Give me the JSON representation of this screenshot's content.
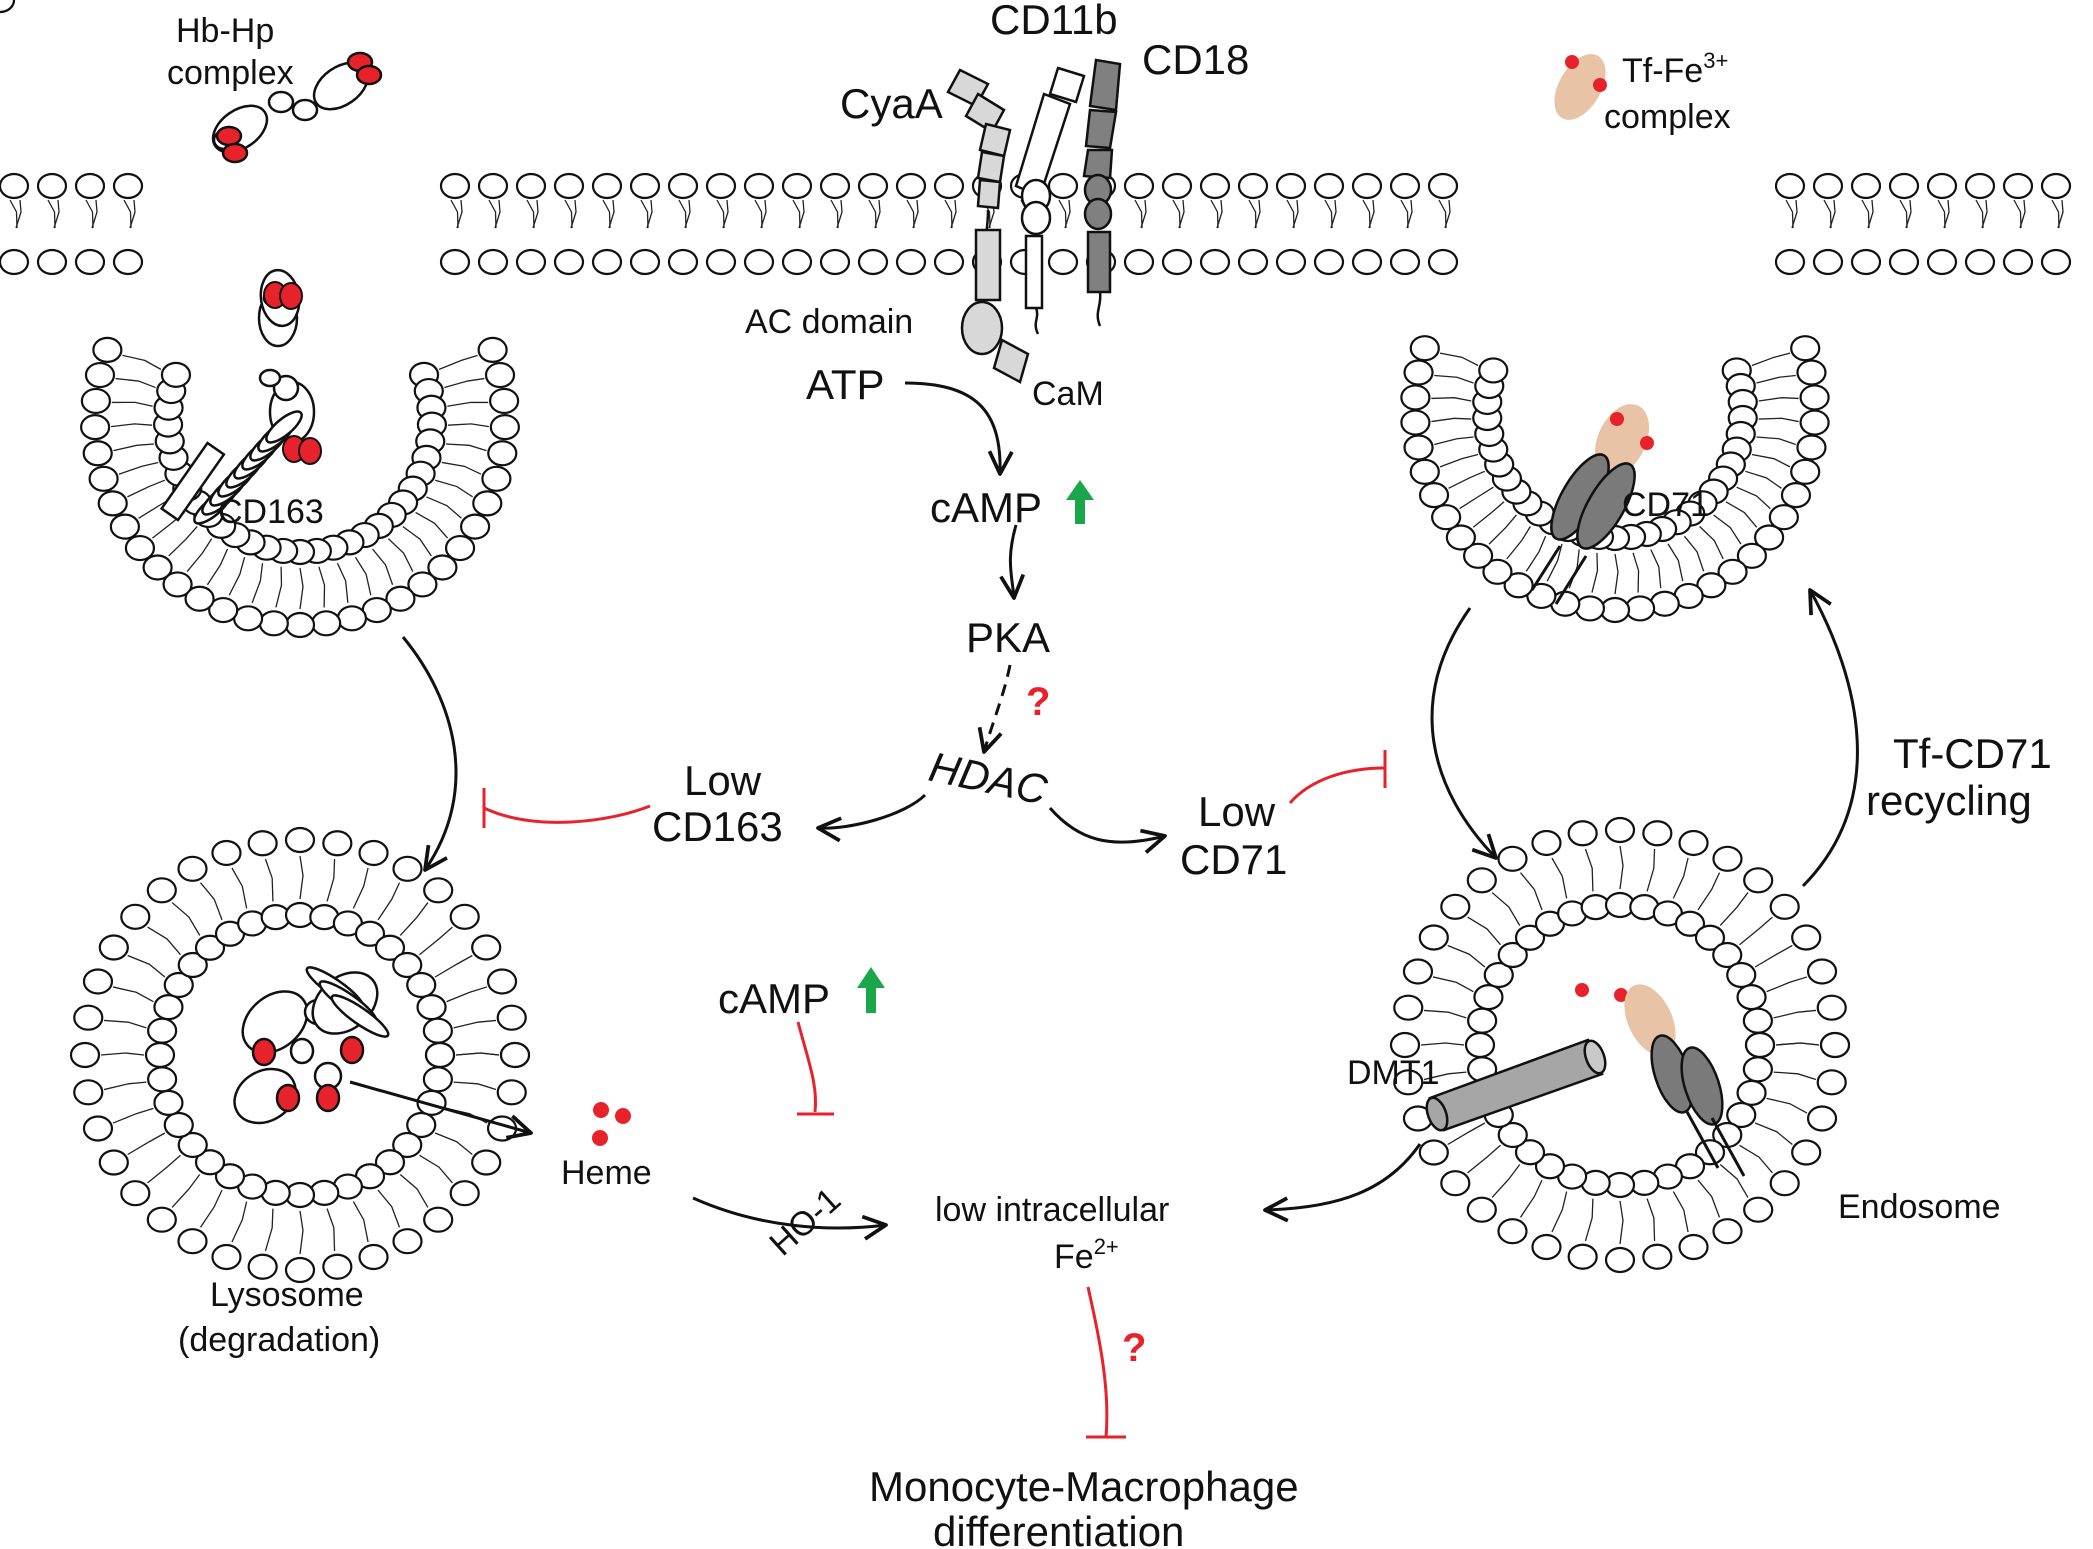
{
  "labels": {
    "hb_hp_line1": "Hb-Hp",
    "hb_hp_line2": "complex",
    "cd11b": "CD11b",
    "cd18": "CD18",
    "cyaa": "CyaA",
    "tf_fe_base": "Tf-Fe",
    "tf_fe_sup": "3+",
    "tf_fe_line2": "complex",
    "ac_domain": "AC domain",
    "atp": "ATP",
    "cam": "CaM",
    "camp_top": "cAMP",
    "pka": "PKA",
    "question": "?",
    "hdac": "HDAC",
    "cd163": "CD163",
    "cd71": "CD71",
    "low_cd163_line1": "Low",
    "low_cd163_line2": "CD163",
    "low_cd71_line1": "Low",
    "low_cd71_line2": "CD71",
    "tf_cd71_line1": "Tf-CD71",
    "tf_cd71_line2": "recycling",
    "camp_mid": "cAMP",
    "heme": "Heme",
    "ho1": "HO-1",
    "low_fe_line1": "low intracellular",
    "fe_base": "Fe",
    "fe_sup": "2+",
    "dmt1": "DMT1",
    "endosome": "Endosome",
    "lysosome_line1": "Lysosome",
    "lysosome_line2": "(degradation)",
    "outcome_line1": "Monocyte-Macrophage",
    "outcome_line2": "differentiation"
  },
  "colors": {
    "stroke": "#111111",
    "inhibition": "#e8222a",
    "up_arrow": "#1aa64b",
    "iron": "#e8222a",
    "transferrin": "#e8c3a6",
    "cd18": "#808080",
    "cd71": "#7a7a7a",
    "cyaa": "#d8d8d8",
    "dmt1": "#a6a6a6"
  },
  "icons": [
    "up-arrow-icon",
    "inhibition-bar-icon",
    "iron-dot-icon"
  ]
}
